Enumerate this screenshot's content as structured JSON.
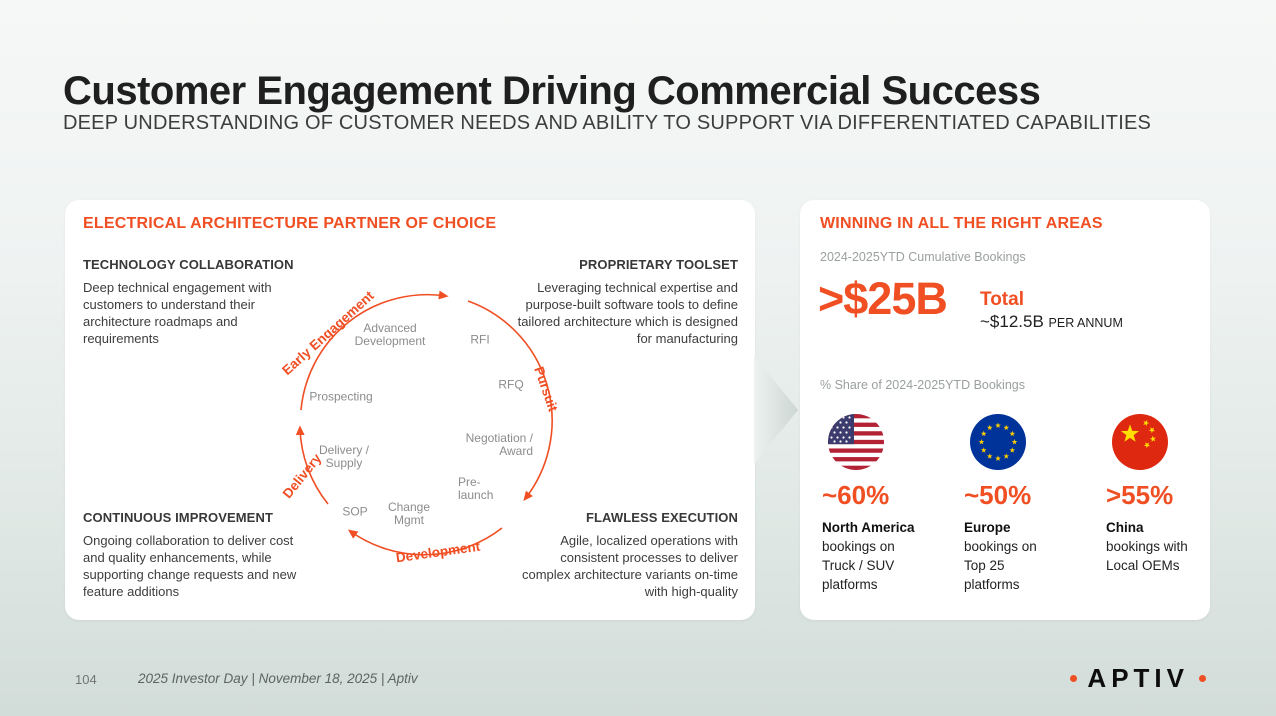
{
  "colors": {
    "accent": "#F04E23"
  },
  "slide": {
    "title": "Customer Engagement Driving Commercial Success",
    "subtitle": "DEEP UNDERSTANDING OF CUSTOMER NEEDS AND ABILITY TO SUPPORT VIA DIFFERENTIATED CAPABILITIES"
  },
  "left_card": {
    "header": "ELECTRICAL ARCHITECTURE PARTNER OF CHOICE",
    "quadrants": [
      {
        "title": "TECHNOLOGY COLLABORATION",
        "body": "Deep technical engagement with customers to understand their architecture roadmaps and requirements"
      },
      {
        "title": "PROPRIETARY TOOLSET",
        "body": "Leveraging technical expertise and purpose-built software tools to define tailored architecture which is designed for manufacturing"
      },
      {
        "title": "CONTINUOUS IMPROVEMENT",
        "body": "Ongoing collaboration to deliver cost and quality enhancements, while supporting change requests and new feature additions"
      },
      {
        "title": "FLAWLESS EXECUTION",
        "body": "Agile, localized operations with consistent processes to deliver complex architecture variants on-time with high-quality"
      }
    ],
    "cycle": {
      "phases": [
        "Early Engagement",
        "Pursuit",
        "Development",
        "Delivery"
      ],
      "stages": [
        "Prospecting",
        "Advanced Development",
        "RFI",
        "RFQ",
        "Negotiation / Award",
        "Pre-launch",
        "Change Mgmt",
        "SOP",
        "Delivery / Supply"
      ]
    }
  },
  "right_card": {
    "header": "WINNING IN ALL THE RIGHT AREAS",
    "bookings_label": "2024-2025YTD Cumulative Bookings",
    "bookings_value": ">$25B",
    "total_label": "Total",
    "per_annum_value": "~$12.5B",
    "per_annum_unit": "PER ANNUM",
    "share_label": "% Share of 2024-2025YTD Bookings",
    "regions": [
      {
        "flag": "us-flag",
        "pct": "~60%",
        "name": "North America",
        "desc": "bookings on Truck / SUV platforms"
      },
      {
        "flag": "eu-flag",
        "pct": "~50%",
        "name": "Europe",
        "desc": "bookings on Top 25 platforms"
      },
      {
        "flag": "china-flag",
        "pct": ">55%",
        "name": "China",
        "desc": "bookings with Local OEMs"
      }
    ]
  },
  "footer": {
    "page_number": "104",
    "caption": "2025 Investor Day | November 18, 2025 | Aptiv",
    "logo_text": "APTIV"
  }
}
